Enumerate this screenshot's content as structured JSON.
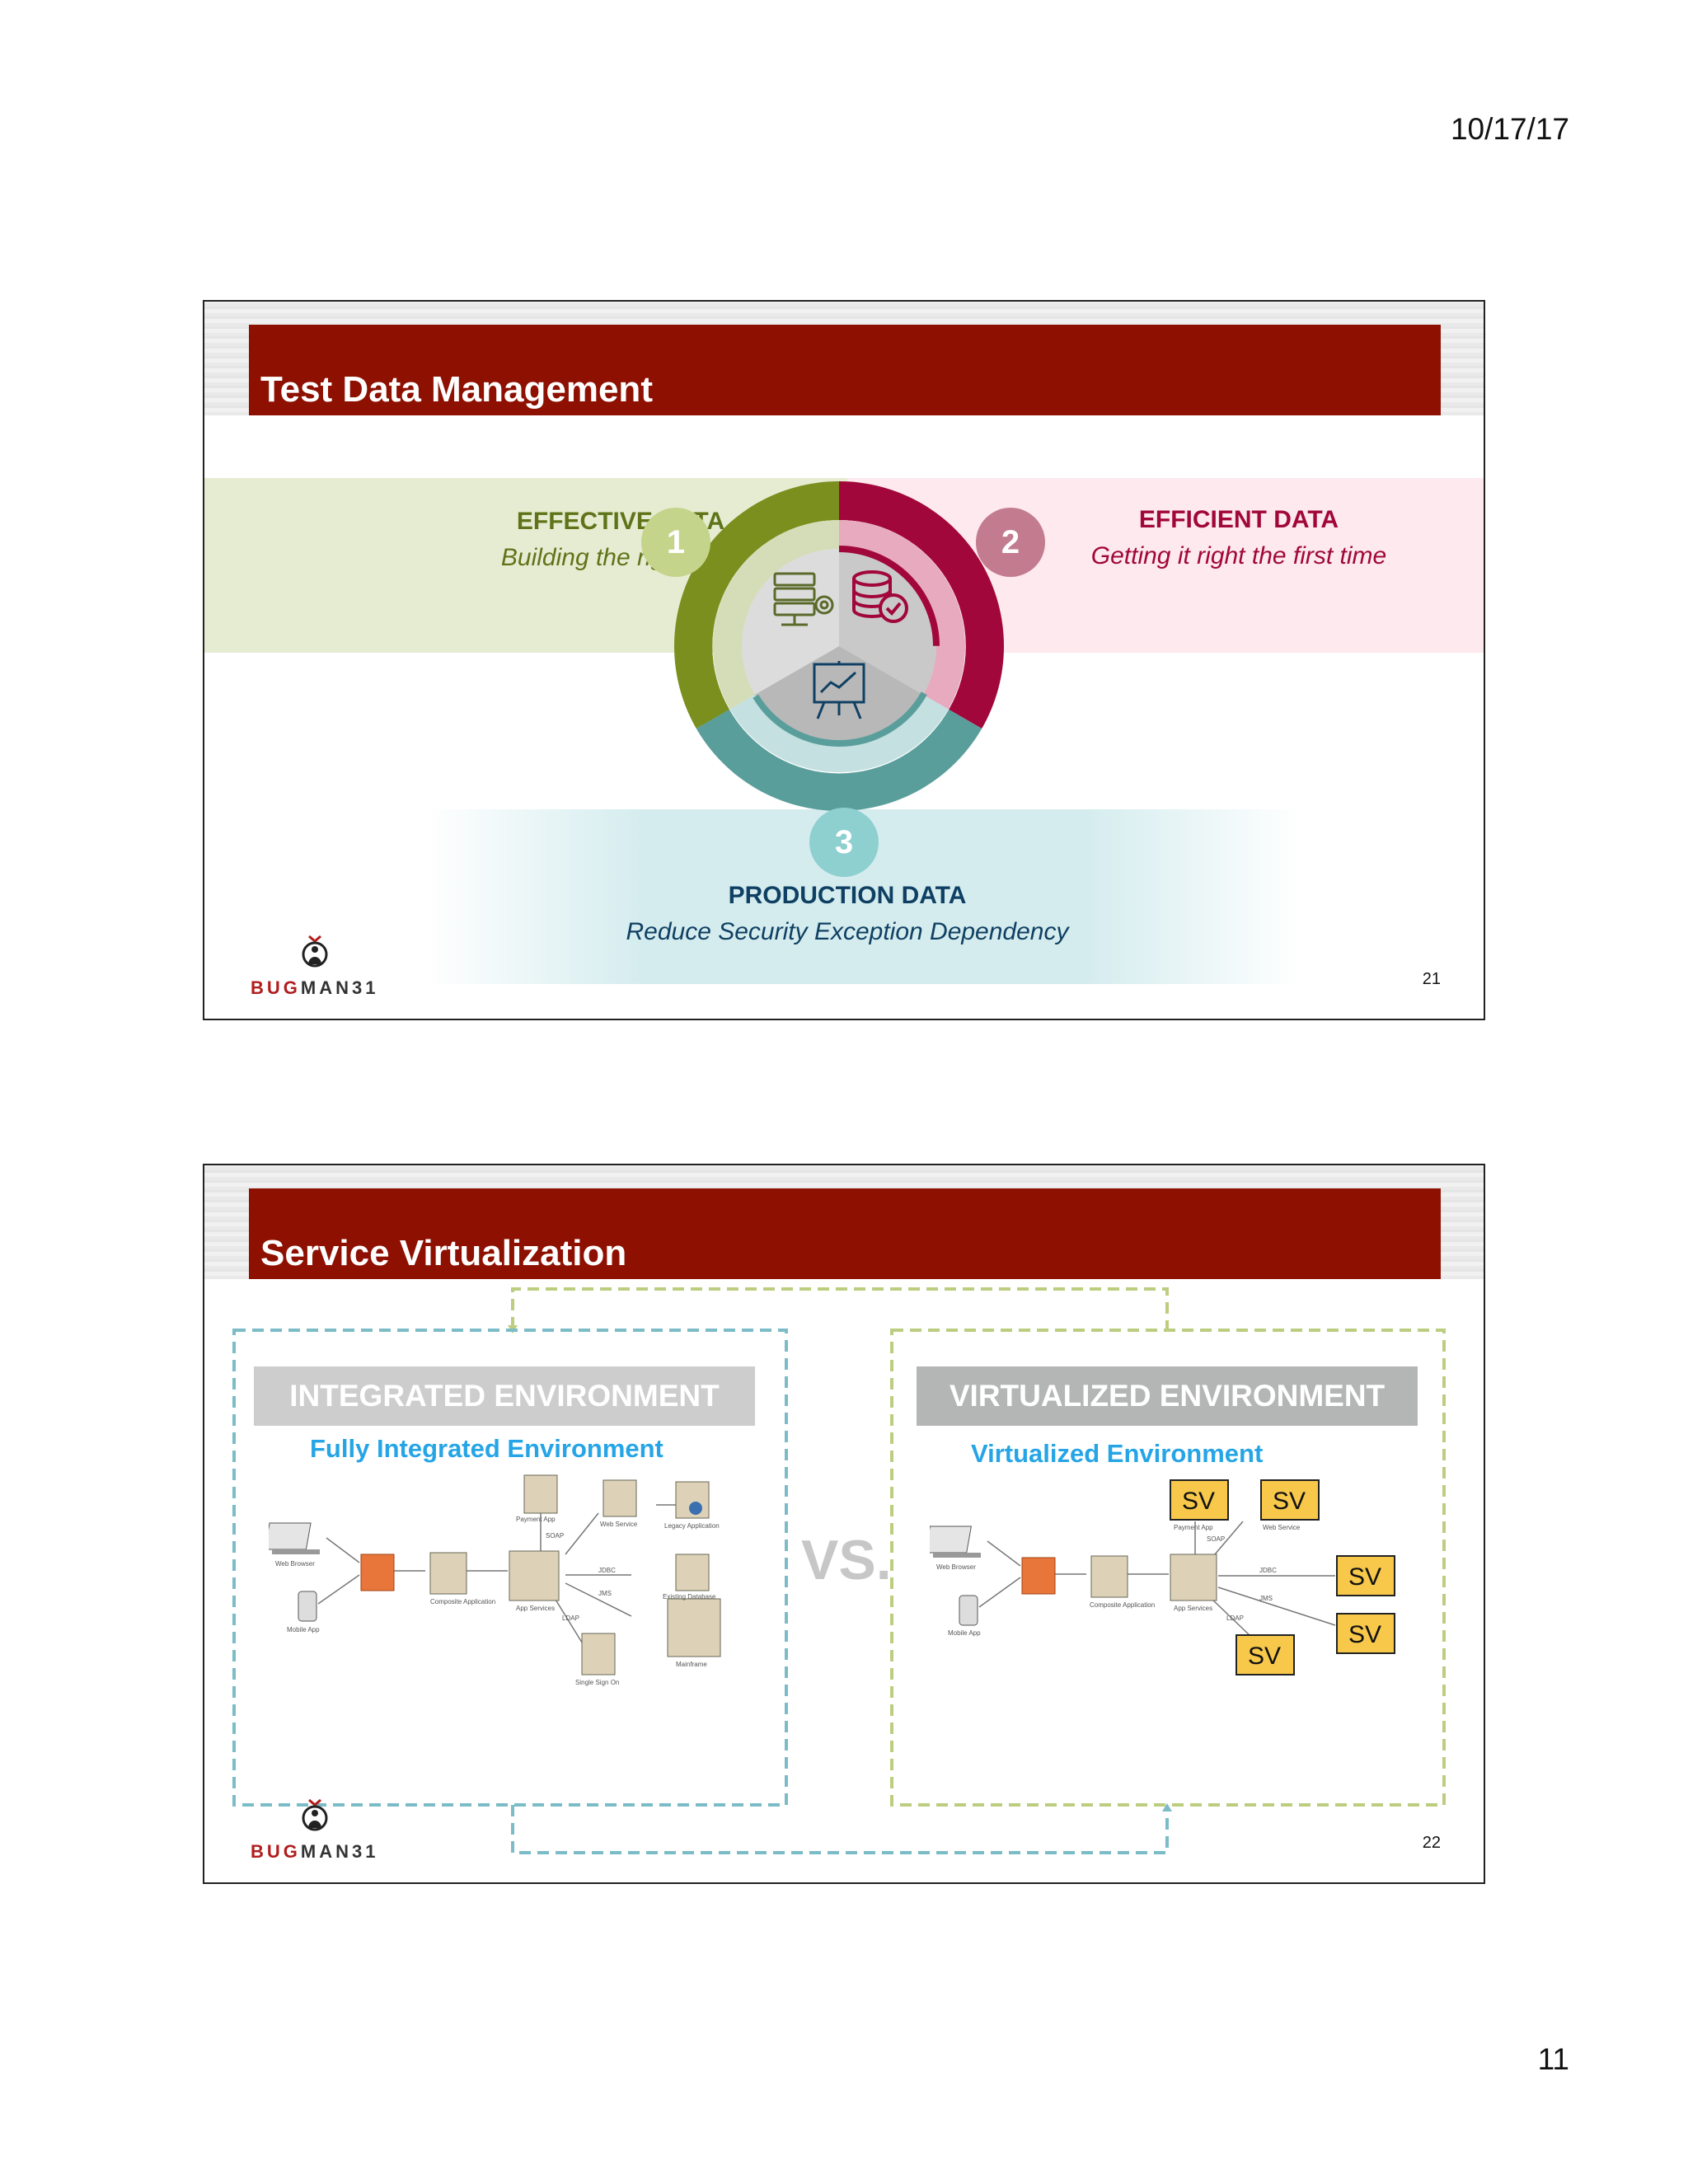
{
  "page": {
    "date": "10/17/17",
    "number": "11"
  },
  "slides": [
    {
      "title": "Test Data Management",
      "slide_number": "21",
      "logo": {
        "part1": "BUG",
        "part2": "MAN31"
      },
      "items": [
        {
          "number": "1",
          "heading": "EFFECTIVE DATA",
          "subtext": "Building the right data",
          "color": "#5f7419"
        },
        {
          "number": "2",
          "heading": "EFFICIENT DATA",
          "subtext": "Getting it right the first time",
          "color": "#a1073a"
        },
        {
          "number": "3",
          "heading": "PRODUCTION DATA",
          "subtext": "Reduce Security Exception Dependency",
          "color": "#0f4063"
        }
      ],
      "icons": [
        "server-gear-icon",
        "database-check-icon",
        "chart-presentation-icon"
      ]
    },
    {
      "title": "Service Virtualization",
      "slide_number": "22",
      "logo": {
        "part1": "BUG",
        "part2": "MAN31"
      },
      "vs": "VS.",
      "left": {
        "header": "INTEGRATED ENVIRONMENT",
        "diagram_title": "Fully Integrated Environment",
        "labels": [
          "Web Browser",
          "Mobile App",
          "Composite Application",
          "App Services",
          "Payment App",
          "Web Service",
          "Legacy Application",
          "Existing Database",
          "Mainframe",
          "Single Sign On",
          "JDBC",
          "JMS",
          "LDAP",
          "SOAP"
        ]
      },
      "right": {
        "header": "VIRTUALIZED ENVIRONMENT",
        "diagram_title": "Virtualized Environment",
        "sv": "SV",
        "labels": [
          "Web Browser",
          "Mobile App",
          "Composite Application",
          "App Services",
          "Payment App",
          "Web Service",
          "JDBC",
          "JMS",
          "LDAP",
          "SOAP"
        ]
      }
    }
  ]
}
